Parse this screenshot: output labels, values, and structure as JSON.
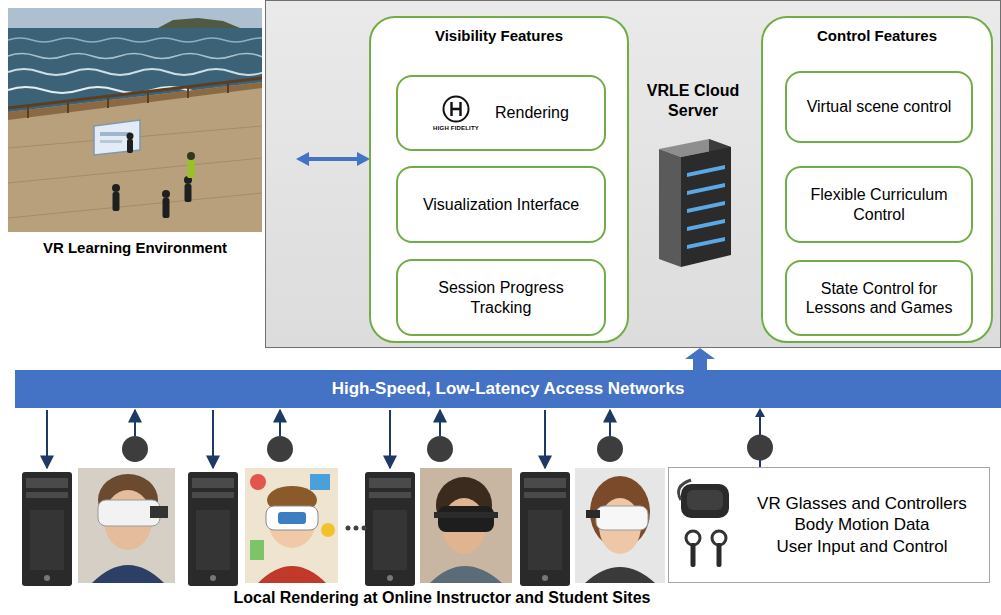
{
  "diagram": {
    "nodes": [
      {
        "text": [
          "VRLE Cloud Server"
        ]
      },
      {
        "text": [
          "Visibility Features"
        ],
        "in": 0
      },
      {
        "text": [
          "HIGH FIDELITY",
          "Rendering"
        ],
        "in": 1
      },
      {
        "text": [
          "Visualization Interface"
        ],
        "in": 1
      },
      {
        "text": [
          "Session Progress Tracking"
        ],
        "in": 1
      },
      {
        "text": [
          "Control Features"
        ],
        "in": 0
      },
      {
        "text": [
          "Virtual scene control"
        ],
        "in": 5
      },
      {
        "text": [
          "Flexible Curriculum Control"
        ],
        "in": 5
      },
      {
        "text": [
          "State Control for Lessons and Games"
        ],
        "in": 5
      },
      {
        "text": [
          "High-Speed, Low-Latency Access Networks"
        ]
      },
      {
        "text": [
          "VR Glasses and Controllers",
          "Body Motion Data",
          "User Input and Control"
        ]
      }
    ],
    "edges": [
      {
        "from": 9,
        "to": 0,
        "arrow": "to"
      },
      {
        "from": 10,
        "to": 9,
        "arrow": "to"
      }
    ],
    "labels": [
      "VR Learning Environment",
      "Local Rendering at Online Instructor and Student Sites"
    ]
  }
}
